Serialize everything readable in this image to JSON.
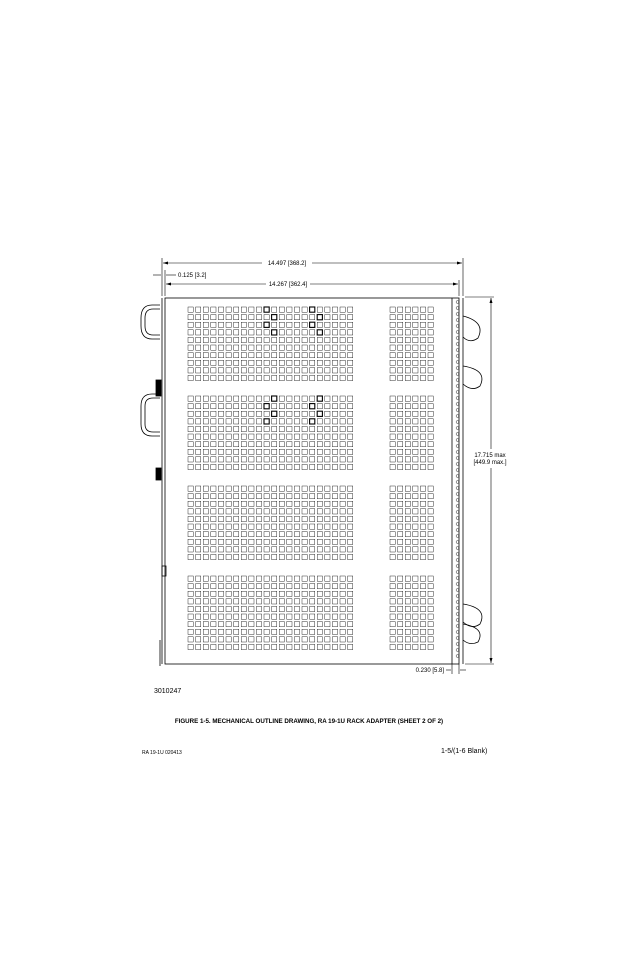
{
  "dimensions": {
    "overall_width": "14.497 [368.2]",
    "flange_offset": "0.125 [3.2]",
    "body_width": "14.267 [362.4]",
    "height_line1": "17.715 max",
    "height_line2": "[449.9 max.]",
    "edge_offset": "0.230 [5.8]"
  },
  "drawing_number": "3010247",
  "figure_caption": "FIGURE 1-5.    MECHANICAL OUTLINE DRAWING, RA 19-1U RACK ADAPTER (SHEET 2 OF 2)",
  "footer": {
    "doc_id": "RA 19-1U 020413",
    "page": "1-5/(1-6 Blank)"
  }
}
